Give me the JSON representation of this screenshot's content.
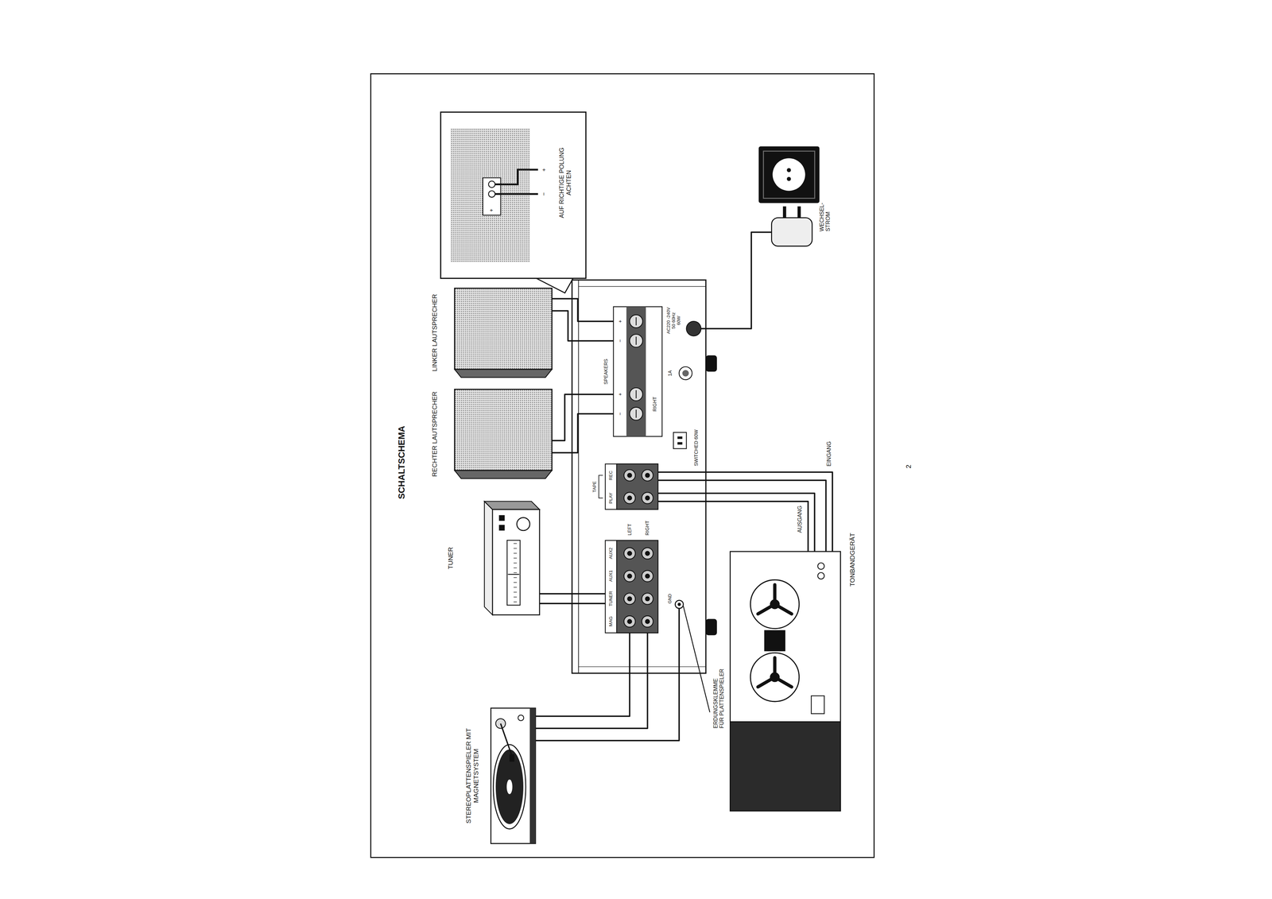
{
  "diagram": {
    "title": "SCHALTSCHEMA",
    "nodes": [
      {
        "text": [
          "STEREOPLATTENSPIELER MIT MAGNETSYSTEM"
        ]
      },
      {
        "text": [
          "TUNER"
        ]
      },
      {
        "text": [
          "RECHTER LAUTSPRECHER"
        ]
      },
      {
        "text": [
          "LINKER LAUTSPRECHER"
        ]
      },
      {
        "text": [
          "+",
          "−",
          "+",
          "AUF RICHTIGE POLUNG ACHTEN"
        ]
      },
      {
        "text": [
          "SWITCHED 60W",
          "1A",
          "AC220 -240V 50 60Hz 60W"
        ]
      },
      {
        "text": [
          "MAG",
          "TUNER",
          "AUX1",
          "AUX2",
          "LEFT",
          "RIGHT"
        ],
        "in": 5
      },
      {
        "text": [
          "TAPE",
          "PLAY",
          "REC"
        ],
        "in": 5
      },
      {
        "text": [
          "SPEAKERS",
          "RIGHT",
          "−",
          "+",
          "−",
          "+"
        ],
        "in": 5
      },
      {
        "text": [
          "GND"
        ],
        "in": 5
      },
      {
        "text": [
          "TONBANDGERÄT"
        ]
      },
      {
        "text": [
          "WECHSEL- STROM"
        ]
      }
    ],
    "edges": [
      {
        "from": 0,
        "to": 6,
        "arrow": "none"
      },
      {
        "from": 0,
        "to": 6,
        "arrow": "none"
      },
      {
        "from": 0,
        "to": 9,
        "arrow": "none"
      },
      {
        "from": 1,
        "to": 6,
        "arrow": "none"
      },
      {
        "from": 1,
        "to": 6,
        "arrow": "none"
      },
      {
        "from": 2,
        "to": 8,
        "arrow": "none"
      },
      {
        "from": 2,
        "to": 8,
        "arrow": "none"
      },
      {
        "from": 3,
        "to": 8,
        "arrow": "none"
      },
      {
        "from": 3,
        "to": 8,
        "arrow": "none"
      },
      {
        "from": 10,
        "to": 7,
        "label": "AUSGANG",
        "arrow": "none"
      },
      {
        "from": 10,
        "to": 7,
        "arrow": "none"
      },
      {
        "from": 10,
        "to": 7,
        "label": "EINGANG",
        "arrow": "none"
      },
      {
        "from": 10,
        "to": 7,
        "arrow": "none"
      },
      {
        "from": 5,
        "to": 11,
        "arrow": "none"
      }
    ],
    "labels": [
      "ERDUNGSKLEMME FÜR PLATTENSPIELER",
      "2"
    ]
  }
}
